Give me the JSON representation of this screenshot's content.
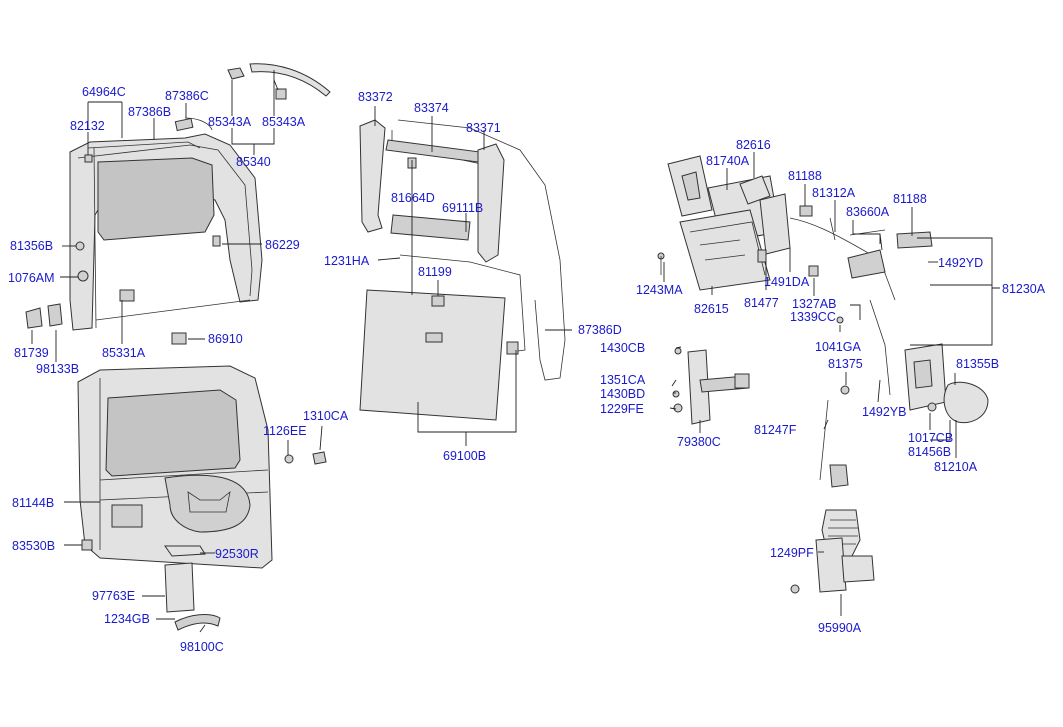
{
  "diagram": {
    "label_color": "#1a1acc",
    "labels": [
      {
        "key": "l1",
        "text": "64964C"
      },
      {
        "key": "l2",
        "text": "87386C"
      },
      {
        "key": "l3",
        "text": "87386B"
      },
      {
        "key": "l4",
        "text": "82132"
      },
      {
        "key": "l5",
        "text": "85343A"
      },
      {
        "key": "l6",
        "text": "85343A"
      },
      {
        "key": "l7",
        "text": "85340"
      },
      {
        "key": "l8",
        "text": "81356B"
      },
      {
        "key": "l9",
        "text": "86229"
      },
      {
        "key": "l10",
        "text": "1076AM"
      },
      {
        "key": "l11",
        "text": "81739"
      },
      {
        "key": "l12",
        "text": "98133B"
      },
      {
        "key": "l13",
        "text": "85331A"
      },
      {
        "key": "l14",
        "text": "86910"
      },
      {
        "key": "l15",
        "text": "1126EE"
      },
      {
        "key": "l16",
        "text": "1310CA"
      },
      {
        "key": "l17",
        "text": "81144B"
      },
      {
        "key": "l18",
        "text": "83530B"
      },
      {
        "key": "l19",
        "text": "92530R"
      },
      {
        "key": "l20",
        "text": "97763E"
      },
      {
        "key": "l21",
        "text": "1234GB"
      },
      {
        "key": "l22",
        "text": "98100C"
      },
      {
        "key": "l23",
        "text": "83372"
      },
      {
        "key": "l24",
        "text": "83374"
      },
      {
        "key": "l25",
        "text": "83371"
      },
      {
        "key": "l26",
        "text": "81664D"
      },
      {
        "key": "l27",
        "text": "69111B"
      },
      {
        "key": "l28",
        "text": "1231HA"
      },
      {
        "key": "l29",
        "text": "81199"
      },
      {
        "key": "l30",
        "text": "87386D"
      },
      {
        "key": "l31",
        "text": "69100B"
      },
      {
        "key": "l32",
        "text": "82616"
      },
      {
        "key": "l33",
        "text": "81740A"
      },
      {
        "key": "l34",
        "text": "81188"
      },
      {
        "key": "l35",
        "text": "81312A"
      },
      {
        "key": "l36",
        "text": "81188"
      },
      {
        "key": "l37",
        "text": "83660A"
      },
      {
        "key": "l38",
        "text": "1492YD"
      },
      {
        "key": "l39",
        "text": "1243MA"
      },
      {
        "key": "l40",
        "text": "82615"
      },
      {
        "key": "l41",
        "text": "81477"
      },
      {
        "key": "l42",
        "text": "1491DA"
      },
      {
        "key": "l43",
        "text": "81230A"
      },
      {
        "key": "l44",
        "text": "1327AB"
      },
      {
        "key": "l45",
        "text": "1339CC"
      },
      {
        "key": "l46",
        "text": "1041GA"
      },
      {
        "key": "l47",
        "text": "1430CB"
      },
      {
        "key": "l48",
        "text": "81375"
      },
      {
        "key": "l49",
        "text": "81355B"
      },
      {
        "key": "l50",
        "text": "1351CA"
      },
      {
        "key": "l51",
        "text": "1430BD"
      },
      {
        "key": "l52",
        "text": "1229FE"
      },
      {
        "key": "l53",
        "text": "1492YB"
      },
      {
        "key": "l54",
        "text": "81247F"
      },
      {
        "key": "l55",
        "text": "79380C"
      },
      {
        "key": "l56",
        "text": "1017CB"
      },
      {
        "key": "l57",
        "text": "81456B"
      },
      {
        "key": "l58",
        "text": "81210A"
      },
      {
        "key": "l59",
        "text": "1249PF"
      },
      {
        "key": "l60",
        "text": "95990A"
      }
    ]
  }
}
